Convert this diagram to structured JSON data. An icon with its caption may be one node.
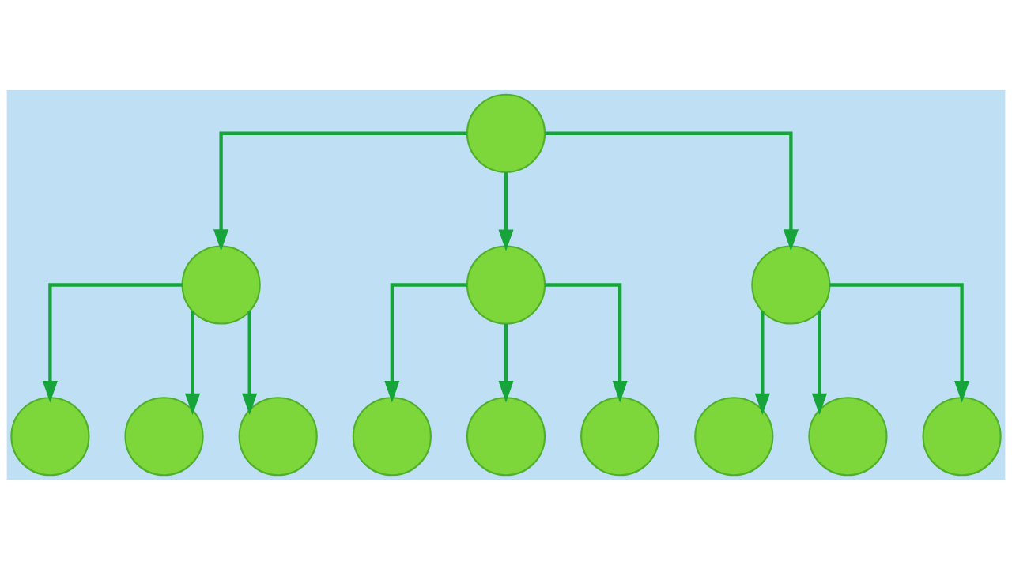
{
  "diagram": {
    "nodes": [
      {
        "text": [],
        "shape": "person"
      },
      {
        "text": [],
        "shape": "person"
      },
      {
        "text": [],
        "shape": "person"
      },
      {
        "text": [],
        "shape": "person"
      },
      {
        "text": [],
        "shape": "person"
      },
      {
        "text": [],
        "shape": "person"
      },
      {
        "text": [],
        "shape": "person"
      },
      {
        "text": [],
        "shape": "person"
      },
      {
        "text": [],
        "shape": "person"
      },
      {
        "text": [],
        "shape": "person"
      },
      {
        "text": [],
        "shape": "person"
      },
      {
        "text": [],
        "shape": "person"
      },
      {
        "text": [],
        "shape": "person"
      }
    ],
    "edges": [
      {
        "from": 0,
        "to": 1,
        "arrow": "to"
      },
      {
        "from": 0,
        "to": 2,
        "arrow": "to"
      },
      {
        "from": 0,
        "to": 3,
        "arrow": "to"
      },
      {
        "from": 1,
        "to": 4,
        "arrow": "to"
      },
      {
        "from": 1,
        "to": 5,
        "arrow": "to"
      },
      {
        "from": 1,
        "to": 6,
        "arrow": "to"
      },
      {
        "from": 2,
        "to": 7,
        "arrow": "to"
      },
      {
        "from": 2,
        "to": 8,
        "arrow": "to"
      },
      {
        "from": 2,
        "to": 9,
        "arrow": "to"
      },
      {
        "from": 3,
        "to": 10,
        "arrow": "to"
      },
      {
        "from": 3,
        "to": 11,
        "arrow": "to"
      },
      {
        "from": 3,
        "to": 12,
        "arrow": "to"
      }
    ]
  }
}
